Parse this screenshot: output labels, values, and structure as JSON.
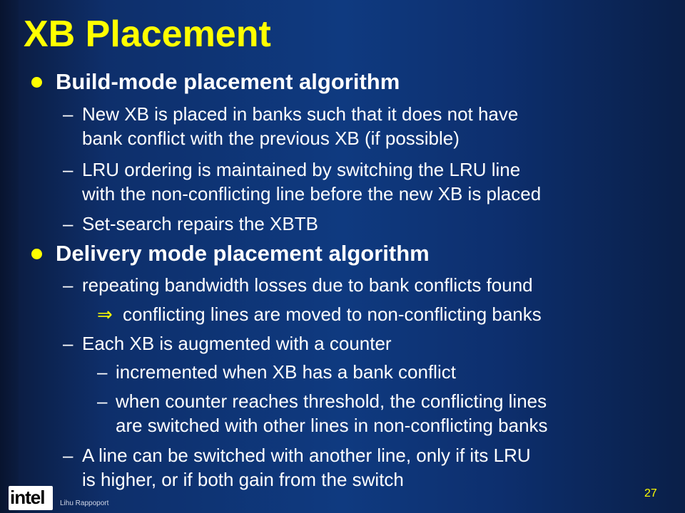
{
  "slide": {
    "title": "XB Placement",
    "bullets": [
      {
        "text": "Build-mode placement algorithm",
        "items": [
          "New XB is placed in banks such that it does not have",
          "bank conflict with the previous XB (if possible)",
          "LRU ordering is maintained by switching the LRU line",
          "with the non-conflicting line before the new XB is placed",
          "Set-search repairs the XBTB"
        ]
      },
      {
        "text": "Delivery mode placement algorithm",
        "items": [
          "repeating bandwidth losses due to bank conflicts found",
          "conflicting lines are moved to non-conflicting banks",
          "Each XB is augmented with a counter",
          "incremented when XB has a bank conflict",
          "when counter reaches threshold, the conflicting lines",
          "are switched with other lines in non-conflicting banks",
          "A line can be switched with another line, only if its LRU",
          "is higher, or if both gain from the switch"
        ]
      }
    ],
    "dash_glyph": "–",
    "arrow_glyph": "⇒"
  },
  "footer": {
    "logo": "intel",
    "registered": "®",
    "author": "Lihu Rappoport",
    "page_number": "27"
  },
  "colors": {
    "title": "#ffff00",
    "bullet_dot": "#ffff00",
    "text": "#ffffff",
    "page_number": "#ffff00"
  }
}
